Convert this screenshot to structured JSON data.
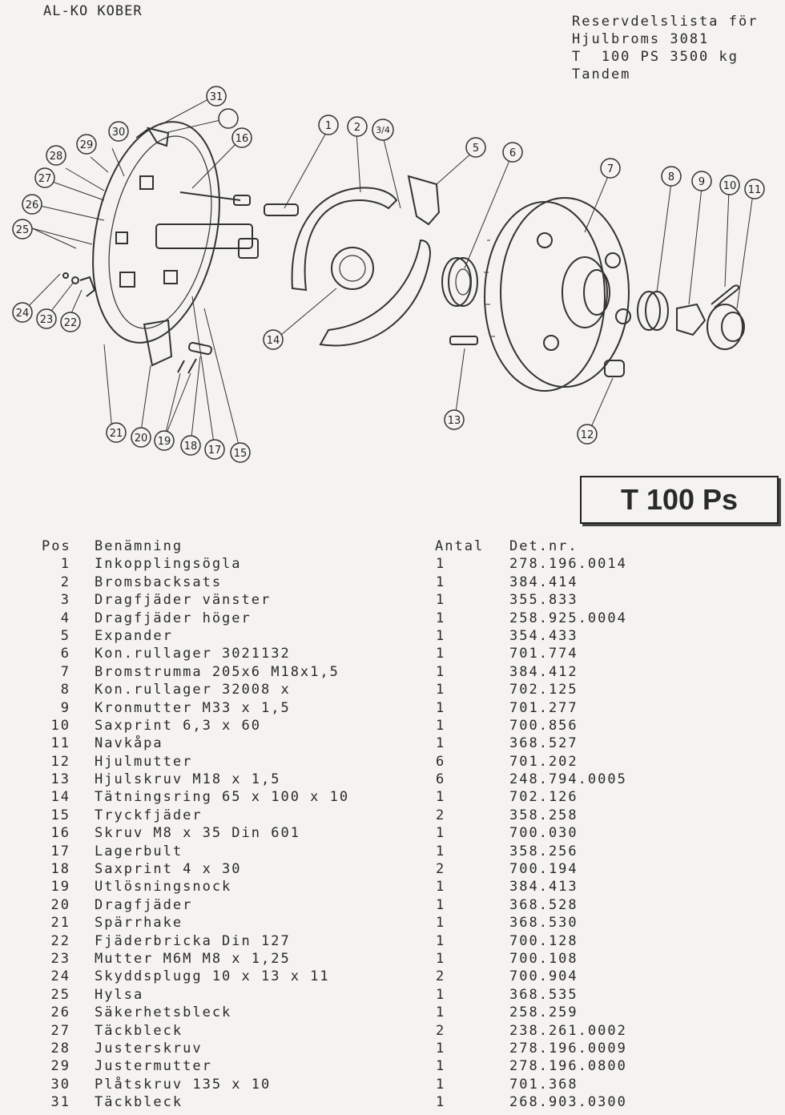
{
  "brand": "AL-KO KOBER",
  "header": {
    "line1": "Reservdelslista för",
    "line2": "Hjulbroms 3081",
    "line3": "T  100 PS 3500 kg",
    "line4": "Tandem"
  },
  "model_label": "T 100 Ps",
  "diagram": {
    "callouts": [
      "1",
      "2",
      "3/4",
      "5",
      "6",
      "7",
      "8",
      "9",
      "10",
      "11",
      "12",
      "13",
      "14",
      "15",
      "16",
      "17",
      "18",
      "19",
      "20",
      "21",
      "22",
      "23",
      "24",
      "25",
      "26",
      "27",
      "28",
      "29",
      "30",
      "31"
    ],
    "callouts_lower_15": "15"
  },
  "table": {
    "headers": {
      "pos": "Pos",
      "name": "Benämning",
      "qty": "Antal",
      "nr": "Det.nr."
    },
    "rows": [
      {
        "pos": "1",
        "name": "Inkopplingsögla",
        "qty": "1",
        "nr": "278.196.0014"
      },
      {
        "pos": "2",
        "name": "Bromsbacksats",
        "qty": "1",
        "nr": "384.414"
      },
      {
        "pos": "3",
        "name": "Dragfjäder vänster",
        "qty": "1",
        "nr": "355.833"
      },
      {
        "pos": "4",
        "name": "Dragfjäder höger",
        "qty": "1",
        "nr": "258.925.0004"
      },
      {
        "pos": "5",
        "name": "Expander",
        "qty": "1",
        "nr": "354.433"
      },
      {
        "pos": "6",
        "name": "Kon.rullager 3021132",
        "qty": "1",
        "nr": "701.774"
      },
      {
        "pos": "7",
        "name": "Bromstrumma 205x6 M18x1,5",
        "qty": "1",
        "nr": "384.412"
      },
      {
        "pos": "8",
        "name": "Kon.rullager 32008 x",
        "qty": "1",
        "nr": "702.125"
      },
      {
        "pos": "9",
        "name": "Kronmutter M33 x 1,5",
        "qty": "1",
        "nr": "701.277"
      },
      {
        "pos": "10",
        "name": "Saxprint 6,3 x 60",
        "qty": "1",
        "nr": "700.856"
      },
      {
        "pos": "11",
        "name": "Navkåpa",
        "qty": "1",
        "nr": "368.527"
      },
      {
        "pos": "12",
        "name": "Hjulmutter",
        "qty": "6",
        "nr": "701.202"
      },
      {
        "pos": "13",
        "name": "Hjulskruv M18 x 1,5",
        "qty": "6",
        "nr": "248.794.0005"
      },
      {
        "pos": "14",
        "name": "Tätningsring 65 x 100 x 10",
        "qty": "1",
        "nr": "702.126"
      },
      {
        "pos": "15",
        "name": "Tryckfjäder",
        "qty": "2",
        "nr": "358.258"
      },
      {
        "pos": "16",
        "name": "Skruv M8 x 35 Din 601",
        "qty": "1",
        "nr": "700.030"
      },
      {
        "pos": "17",
        "name": "Lagerbult",
        "qty": "1",
        "nr": "358.256"
      },
      {
        "pos": "18",
        "name": "Saxprint 4 x 30",
        "qty": "2",
        "nr": "700.194"
      },
      {
        "pos": "19",
        "name": "Utlösningsnock",
        "qty": "1",
        "nr": "384.413"
      },
      {
        "pos": "20",
        "name": "Dragfjäder",
        "qty": "1",
        "nr": "368.528"
      },
      {
        "pos": "21",
        "name": "Spärrhake",
        "qty": "1",
        "nr": "368.530"
      },
      {
        "pos": "22",
        "name": "Fjäderbricka Din 127",
        "qty": "1",
        "nr": "700.128"
      },
      {
        "pos": "23",
        "name": "Mutter M6M M8 x 1,25",
        "qty": "1",
        "nr": "700.108"
      },
      {
        "pos": "24",
        "name": "Skyddsplugg 10 x 13 x 11",
        "qty": "2",
        "nr": "700.904"
      },
      {
        "pos": "25",
        "name": "Hylsa",
        "qty": "1",
        "nr": "368.535"
      },
      {
        "pos": "26",
        "name": "Säkerhetsbleck",
        "qty": "1",
        "nr": "258.259"
      },
      {
        "pos": "27",
        "name": "Täckbleck",
        "qty": "2",
        "nr": "238.261.0002"
      },
      {
        "pos": "28",
        "name": "Justerskruv",
        "qty": "1",
        "nr": "278.196.0009"
      },
      {
        "pos": "29",
        "name": "Justermutter",
        "qty": "1",
        "nr": "278.196.0800"
      },
      {
        "pos": "30",
        "name": "Plåtskruv 135 x 10",
        "qty": "1",
        "nr": "701.368"
      },
      {
        "pos": "31",
        "name": "Täckbleck",
        "qty": "1",
        "nr": "268.903.0300"
      }
    ]
  }
}
